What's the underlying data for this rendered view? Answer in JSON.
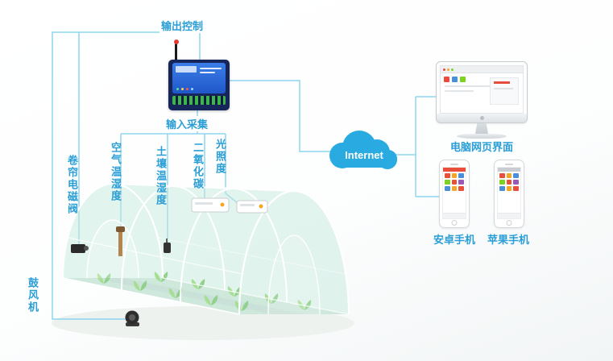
{
  "top": {
    "output_control": "输出控制",
    "input_collection": "输入采集"
  },
  "sensors": [
    {
      "id": "curtain-valve",
      "label": "卷帘电磁阀"
    },
    {
      "id": "air-temp-humidity",
      "label": "空气温湿度"
    },
    {
      "id": "soil-temp-humidity",
      "label": "土壤温湿度"
    },
    {
      "id": "co2",
      "label": "二氧化碳"
    },
    {
      "id": "light",
      "label": "光照度"
    }
  ],
  "blower": {
    "label": "鼓风机"
  },
  "cloud": {
    "label": "Internet"
  },
  "clients": {
    "pc": {
      "label": "电脑网页界面"
    },
    "android": {
      "label": "安卓手机"
    },
    "iphone": {
      "label": "苹果手机"
    }
  },
  "colors": {
    "label_blue": "#2b9ed6",
    "line_blue": "#8ed5f0",
    "cloud_blue": "#29abe2",
    "greenhouse_glass": "#c5e9de",
    "plant_green": "#6dc24b"
  }
}
